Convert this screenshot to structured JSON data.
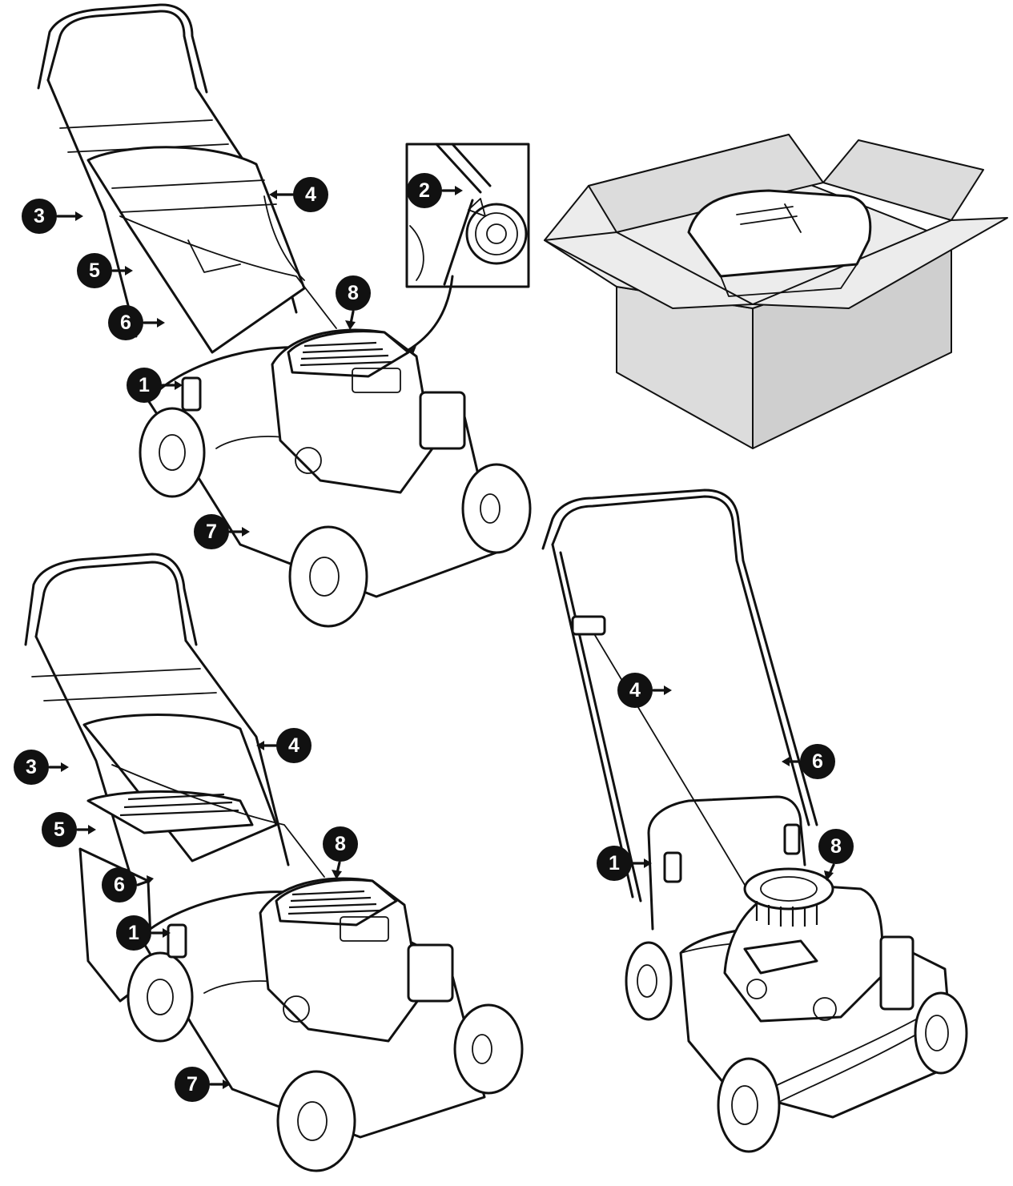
{
  "colors": {
    "line": "#111111",
    "badge": "#111111",
    "badge_text": "#ffffff",
    "box": "#dcdcdc"
  },
  "callouts": {
    "top_left": [
      "1",
      "3",
      "4",
      "5",
      "6",
      "7",
      "8"
    ],
    "wheel_detail": [
      "2"
    ],
    "bottom_left": [
      "1",
      "3",
      "4",
      "5",
      "6",
      "7",
      "8"
    ],
    "right_mower": [
      "1",
      "4",
      "6",
      "8"
    ]
  }
}
